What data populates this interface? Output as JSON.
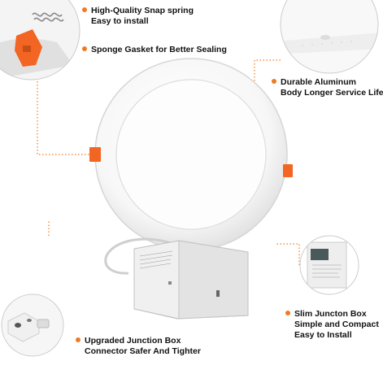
{
  "features": [
    {
      "lines": [
        "High-Quality Snap spring",
        "Easy to install"
      ]
    },
    {
      "lines": [
        "Sponge Gasket for Better Sealing"
      ]
    },
    {
      "lines": [
        "Durable Aluminum",
        "Body Longer Service Life"
      ]
    },
    {
      "lines": [
        "Slim Juncton Box",
        "Simple and Compact",
        "Easy to Install"
      ]
    },
    {
      "lines": [
        "Upgraded Junction Box",
        "Connector Safer And Tighter"
      ]
    }
  ],
  "colors": {
    "accent": "#f07a22",
    "clip": "#f26522",
    "trim": "#fbfbfb",
    "box": "#e9e9e9"
  }
}
